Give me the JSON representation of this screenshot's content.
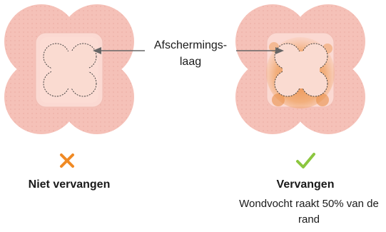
{
  "callout": {
    "line1": "Afschermings-",
    "line2": "laag"
  },
  "left_panel": {
    "status_icon": "cross-icon",
    "status_color": "#f08a24",
    "caption": "Niet vervangen"
  },
  "right_panel": {
    "status_icon": "check-icon",
    "status_color": "#8cc63f",
    "title": "Vervangen",
    "description": "Wondvocht raakt 50% van de rand"
  },
  "colors": {
    "dressing_outer": "#f6c3bb",
    "dressing_inner": "#fbd7d0",
    "pad_center": "#f9d9cf",
    "exudate": "#e3843f"
  }
}
